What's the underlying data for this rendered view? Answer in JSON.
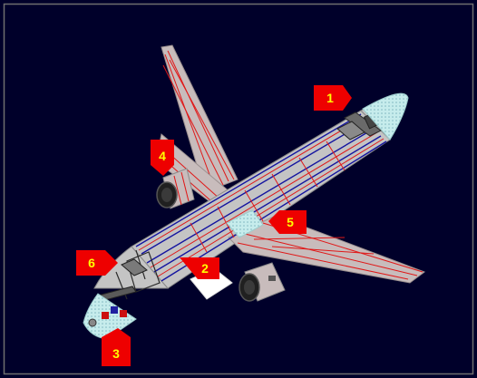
{
  "diagram": {
    "colors": {
      "background": "#00002a",
      "frame": "#6e6e6e",
      "fuselage": "#c4c4c4",
      "wing": "#c8bcbc",
      "wiring_red": "#e01818",
      "wiring_blue": "#1414a0",
      "glass": "#c6ecec",
      "callout_fill": "#ee0000",
      "callout_text": "#ffff00"
    },
    "callouts": [
      {
        "id": "1",
        "label": "1"
      },
      {
        "id": "2",
        "label": "2"
      },
      {
        "id": "3",
        "label": "3"
      },
      {
        "id": "4",
        "label": "4"
      },
      {
        "id": "5",
        "label": "5"
      },
      {
        "id": "6",
        "label": "6"
      }
    ]
  }
}
